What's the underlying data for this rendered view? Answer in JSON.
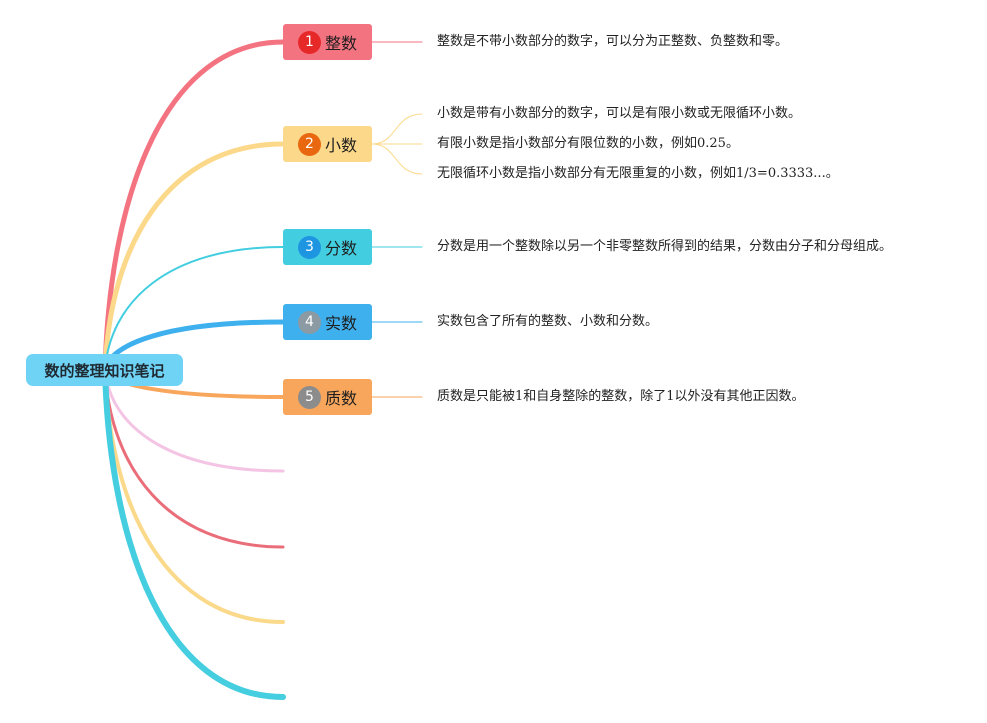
{
  "root": {
    "label": "数的整理知识笔记"
  },
  "branches": [
    {
      "number": "1",
      "label": "整数",
      "color": "#f47381",
      "badge_color": "#e62828",
      "leaves": [
        "整数是不带小数部分的数字，可以分为正整数、负整数和零。"
      ]
    },
    {
      "number": "2",
      "label": "小数",
      "color": "#fcd98a",
      "badge_color": "#e8670f",
      "leaves": [
        "小数是带有小数部分的数字，可以是有限小数或无限循环小数。",
        "有限小数是指小数部分有限位数的小数，例如0.25。",
        "无限循环小数是指小数部分有无限重复的小数，例如1/3=0.3333...。"
      ]
    },
    {
      "number": "3",
      "label": "分数",
      "color": "#42cee0",
      "badge_color": "#1e95e0",
      "leaves": [
        "分数是用一个整数除以另一个非零整数所得到的结果，分数由分子和分母组成。"
      ]
    },
    {
      "number": "4",
      "label": "实数",
      "color": "#3fb0ee",
      "badge_color": "#8c9aa3",
      "leaves": [
        "实数包含了所有的整数、小数和分数。"
      ]
    },
    {
      "number": "5",
      "label": "质数",
      "color": "#f7a65c",
      "badge_color": "#8c8c8c",
      "leaves": [
        "质数是只能被1和自身整除的整数，除了1以外没有其他正因数。"
      ]
    }
  ],
  "empty_branch_colors": [
    "#f4c4e4",
    "#ea6d7a",
    "#fad98a",
    "#45cde0"
  ]
}
